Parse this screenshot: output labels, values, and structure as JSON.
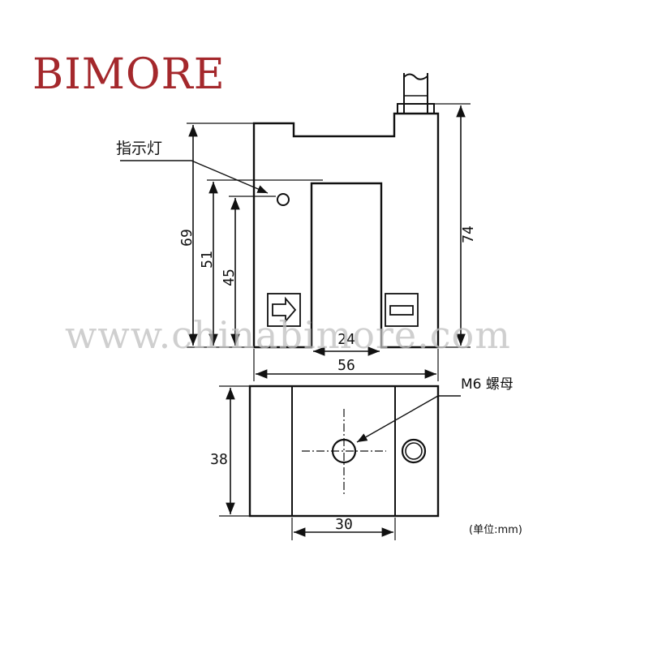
{
  "brand": {
    "logo_text": "BIMORE",
    "watermark_text": "www.chinabimore.com",
    "logo_color": "#a4282c"
  },
  "diagram": {
    "labels": {
      "indicator": "指示灯",
      "nut": "M6 螺母",
      "unit": "(单位:mm)"
    },
    "dimensions": {
      "total_height": "69",
      "slot_depth": "51",
      "indicator_height": "45",
      "body_height": "74",
      "slot_width": "24",
      "body_width": "56",
      "base_height": "38",
      "nut_spacing": "30"
    },
    "icons": [
      "arrow-right-icon",
      "receiver-window-icon"
    ]
  }
}
